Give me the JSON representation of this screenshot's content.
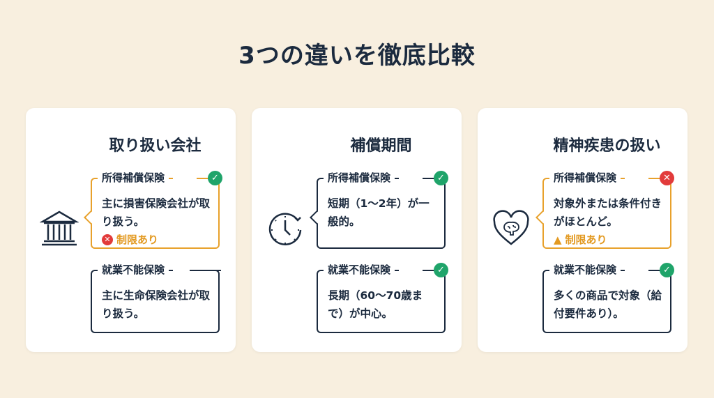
{
  "title": "3つの違いを徹底比較",
  "cards": [
    {
      "title": "取り扱い会社",
      "icon": "bank-icon",
      "top": {
        "label": "所得補償保険",
        "status": "check",
        "text": "主に損害保険会社が取り扱う。",
        "note": "制限あり",
        "note_icon": "x-circle"
      },
      "bottom": {
        "label": "就業不能保険",
        "text": "主に生命保険会社が取り扱う。"
      }
    },
    {
      "title": "補償期間",
      "icon": "clock-icon",
      "top": {
        "label": "所得補償保険",
        "status": "check",
        "text": "短期（1〜2年）が一般的。"
      },
      "bottom": {
        "label": "就業不能保険",
        "status": "check",
        "text": "長期（60〜70歳まで）が中心。"
      }
    },
    {
      "title": "精神疾患の扱い",
      "icon": "heart-brain-icon",
      "top": {
        "label": "所得補償保険",
        "status": "cross",
        "text": "対象外または条件付きがほとんど。",
        "note": "制限あり",
        "note_icon": "warning"
      },
      "bottom": {
        "label": "就業不能保険",
        "status": "check",
        "text": "多くの商品で対象（給付要件あり）。"
      }
    }
  ],
  "colors": {
    "accent": "#e8a12b",
    "navy": "#1b2a3e",
    "ok": "#1fa46a",
    "ng": "#e23b3b",
    "bg": "#f8efdf"
  }
}
